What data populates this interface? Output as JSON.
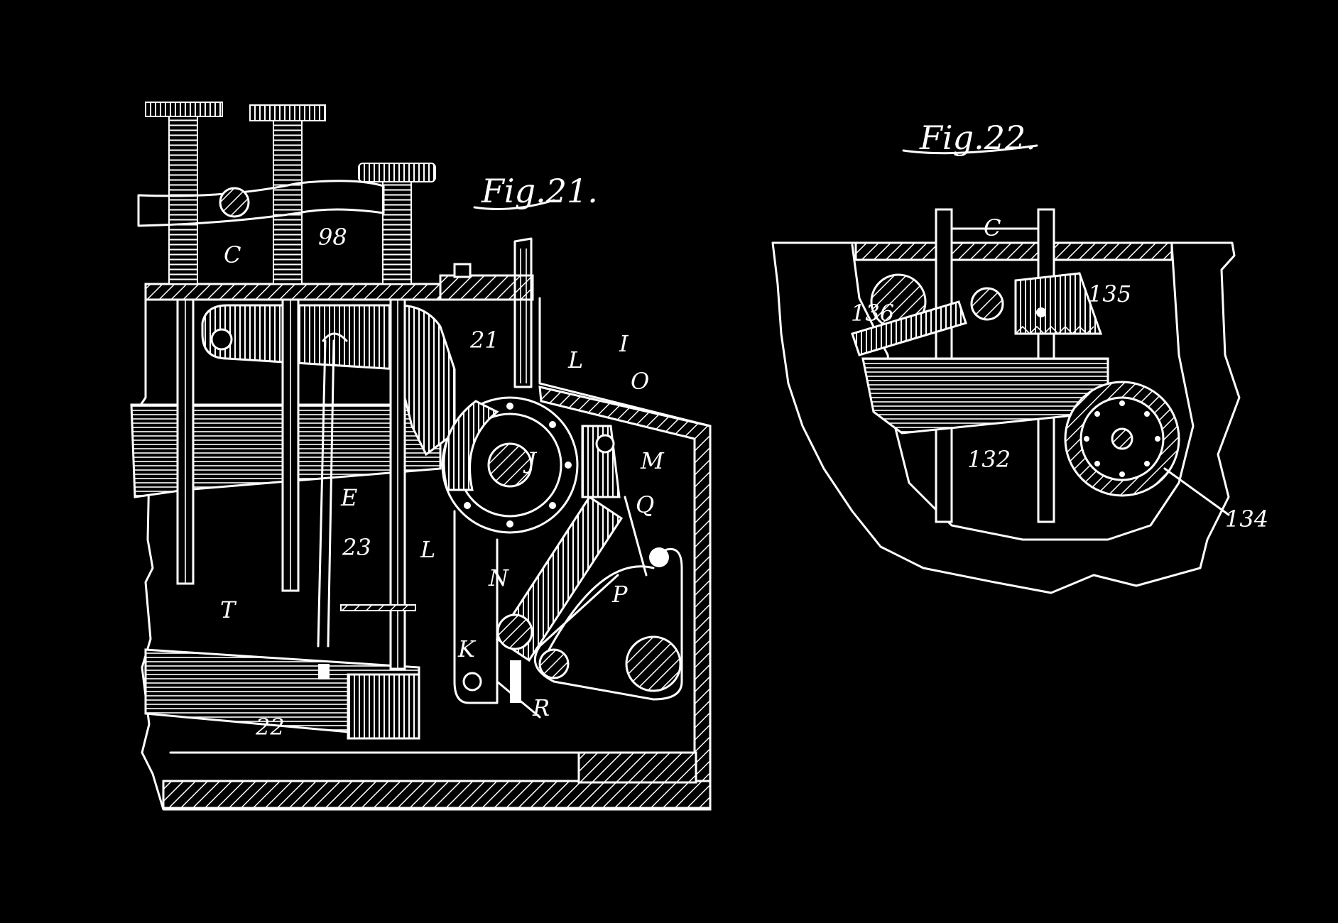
{
  "figures": [
    {
      "id": "fig21",
      "title": "Fig.21.",
      "labels": {
        "c": "C",
        "n98": "98",
        "n21": "21",
        "L_top": "L",
        "I": "I",
        "O": "O",
        "J": "J",
        "M": "M",
        "E": "E",
        "Q": "Q",
        "n23": "23",
        "L_bottom": "L",
        "T": "T",
        "N": "N",
        "P": "P",
        "K": "K",
        "R": "R",
        "n22": "22"
      }
    },
    {
      "id": "fig22",
      "title": "Fig.22.",
      "labels": {
        "c": "C",
        "n135": "135",
        "n136": "136",
        "n132": "132",
        "n134": "134"
      }
    }
  ],
  "colors": {
    "background": "#000000",
    "ink": "#ffffff"
  }
}
